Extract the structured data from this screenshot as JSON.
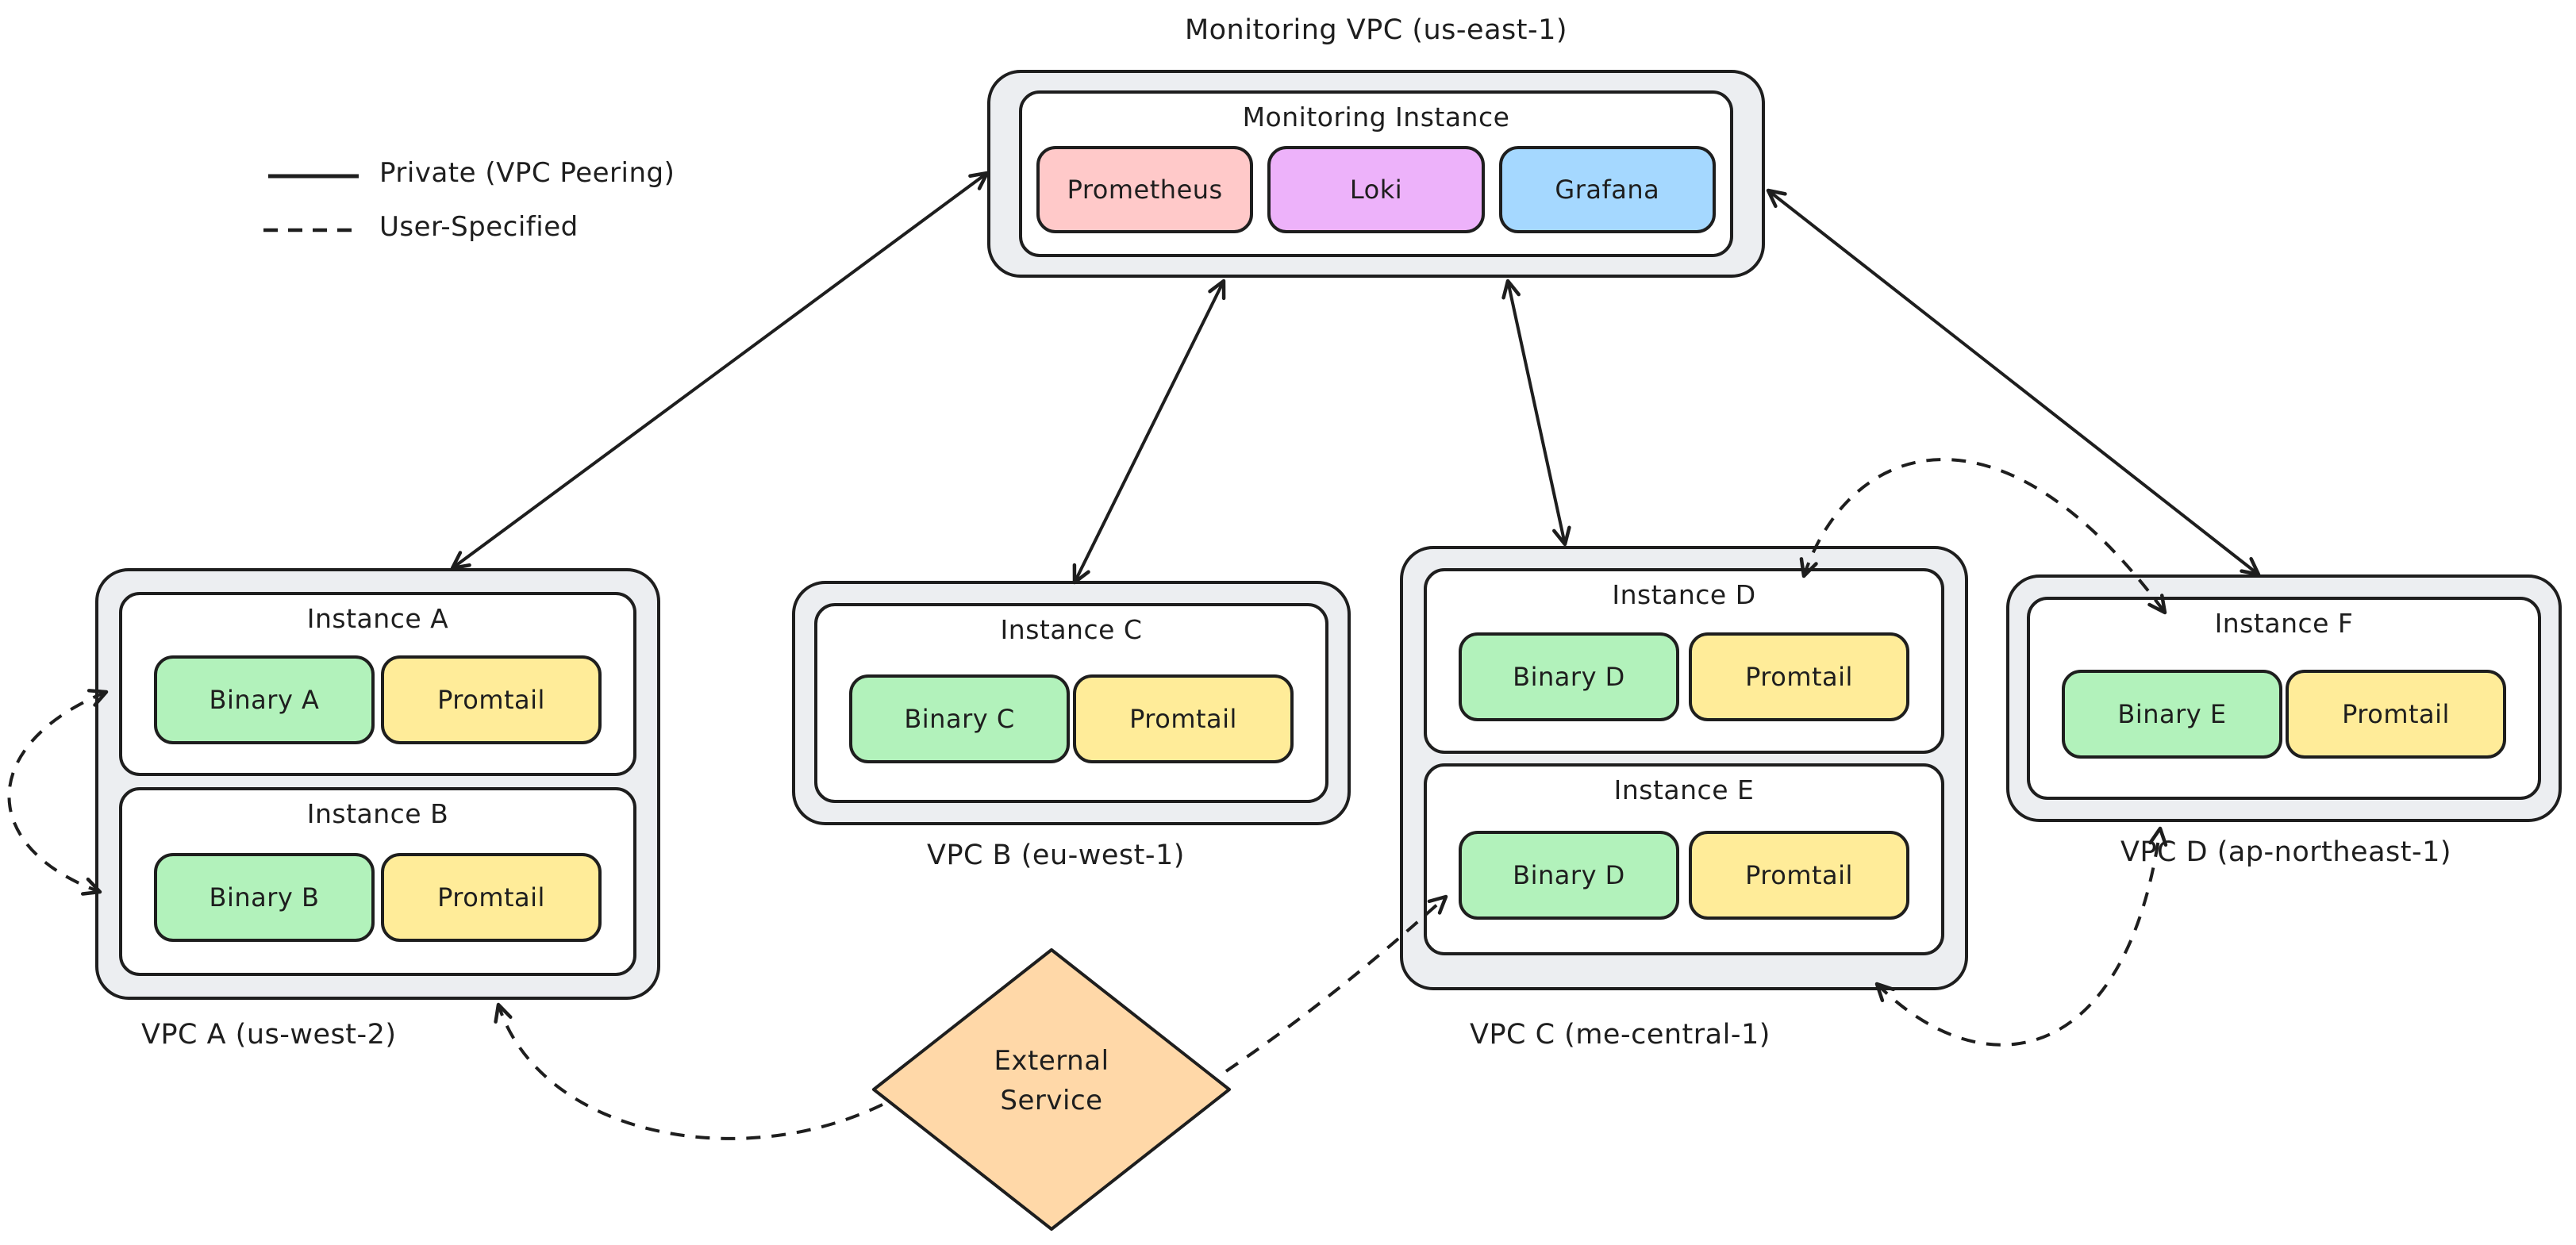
{
  "monitoring_vpc": {
    "title": "Monitoring VPC (us-east-1)",
    "instance": {
      "label": "Monitoring Instance",
      "services": [
        {
          "name": "Prometheus",
          "color": "#ffc9c9"
        },
        {
          "name": "Loki",
          "color": "#edb2fa"
        },
        {
          "name": "Grafana",
          "color": "#a5d8ff"
        }
      ]
    }
  },
  "legend": {
    "items": [
      {
        "label": "Private (VPC Peering)",
        "style": "solid"
      },
      {
        "label": "User-Specified",
        "style": "dashed"
      }
    ]
  },
  "vpcs": [
    {
      "label": "VPC A (us-west-2)",
      "instances": [
        {
          "title": "Instance A",
          "binary": "Binary A",
          "shipper": "Promtail"
        },
        {
          "title": "Instance B",
          "binary": "Binary B",
          "shipper": "Promtail"
        }
      ]
    },
    {
      "label": "VPC B (eu-west-1)",
      "instances": [
        {
          "title": "Instance C",
          "binary": "Binary C",
          "shipper": "Promtail"
        }
      ]
    },
    {
      "label": "VPC C (me-central-1)",
      "instances": [
        {
          "title": "Instance D",
          "binary": "Binary D",
          "shipper": "Promtail"
        },
        {
          "title": "Instance E",
          "binary": "Binary D",
          "shipper": "Promtail"
        }
      ]
    },
    {
      "label": "VPC D (ap-northeast-1)",
      "instances": [
        {
          "title": "Instance F",
          "binary": "Binary E",
          "shipper": "Promtail"
        }
      ]
    }
  ],
  "external_service": {
    "line1": "External",
    "line2": "Service",
    "color": "#ffd8a8"
  },
  "colors": {
    "binary": "#b2f2bb",
    "promtail": "#ffec99",
    "container_fill": "#eceef1",
    "stroke": "#1e1e1e"
  }
}
